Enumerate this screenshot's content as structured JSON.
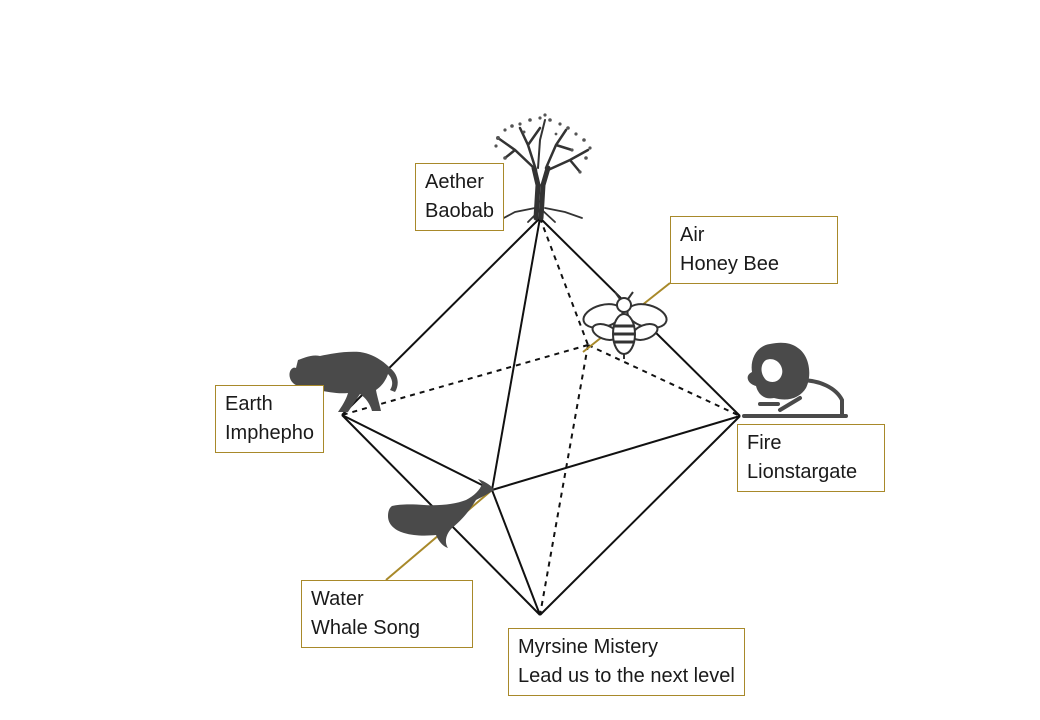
{
  "colors": {
    "line": "#111111",
    "label_border": "#a8892a",
    "leader": "#a8892a",
    "silhouette": "#4a4a4a"
  },
  "elements": [
    {
      "id": "aether",
      "line1": "Aether",
      "line2": "Baobab",
      "icon": "baobab-tree-icon"
    },
    {
      "id": "air",
      "line1": "Air",
      "line2": "Honey Bee",
      "icon": "honey-bee-icon"
    },
    {
      "id": "earth",
      "line1": "Earth",
      "line2": "Imphepho",
      "icon": "panther-icon"
    },
    {
      "id": "fire",
      "line1": "Fire",
      "line2": "Lionstargate",
      "icon": "lion-icon"
    },
    {
      "id": "water",
      "line1": "Water",
      "line2": "Whale Song",
      "icon": "whale-icon"
    },
    {
      "id": "myrsine",
      "line1": "Myrsine Mistery",
      "line2": "Lead us to the next level",
      "icon": ""
    }
  ]
}
